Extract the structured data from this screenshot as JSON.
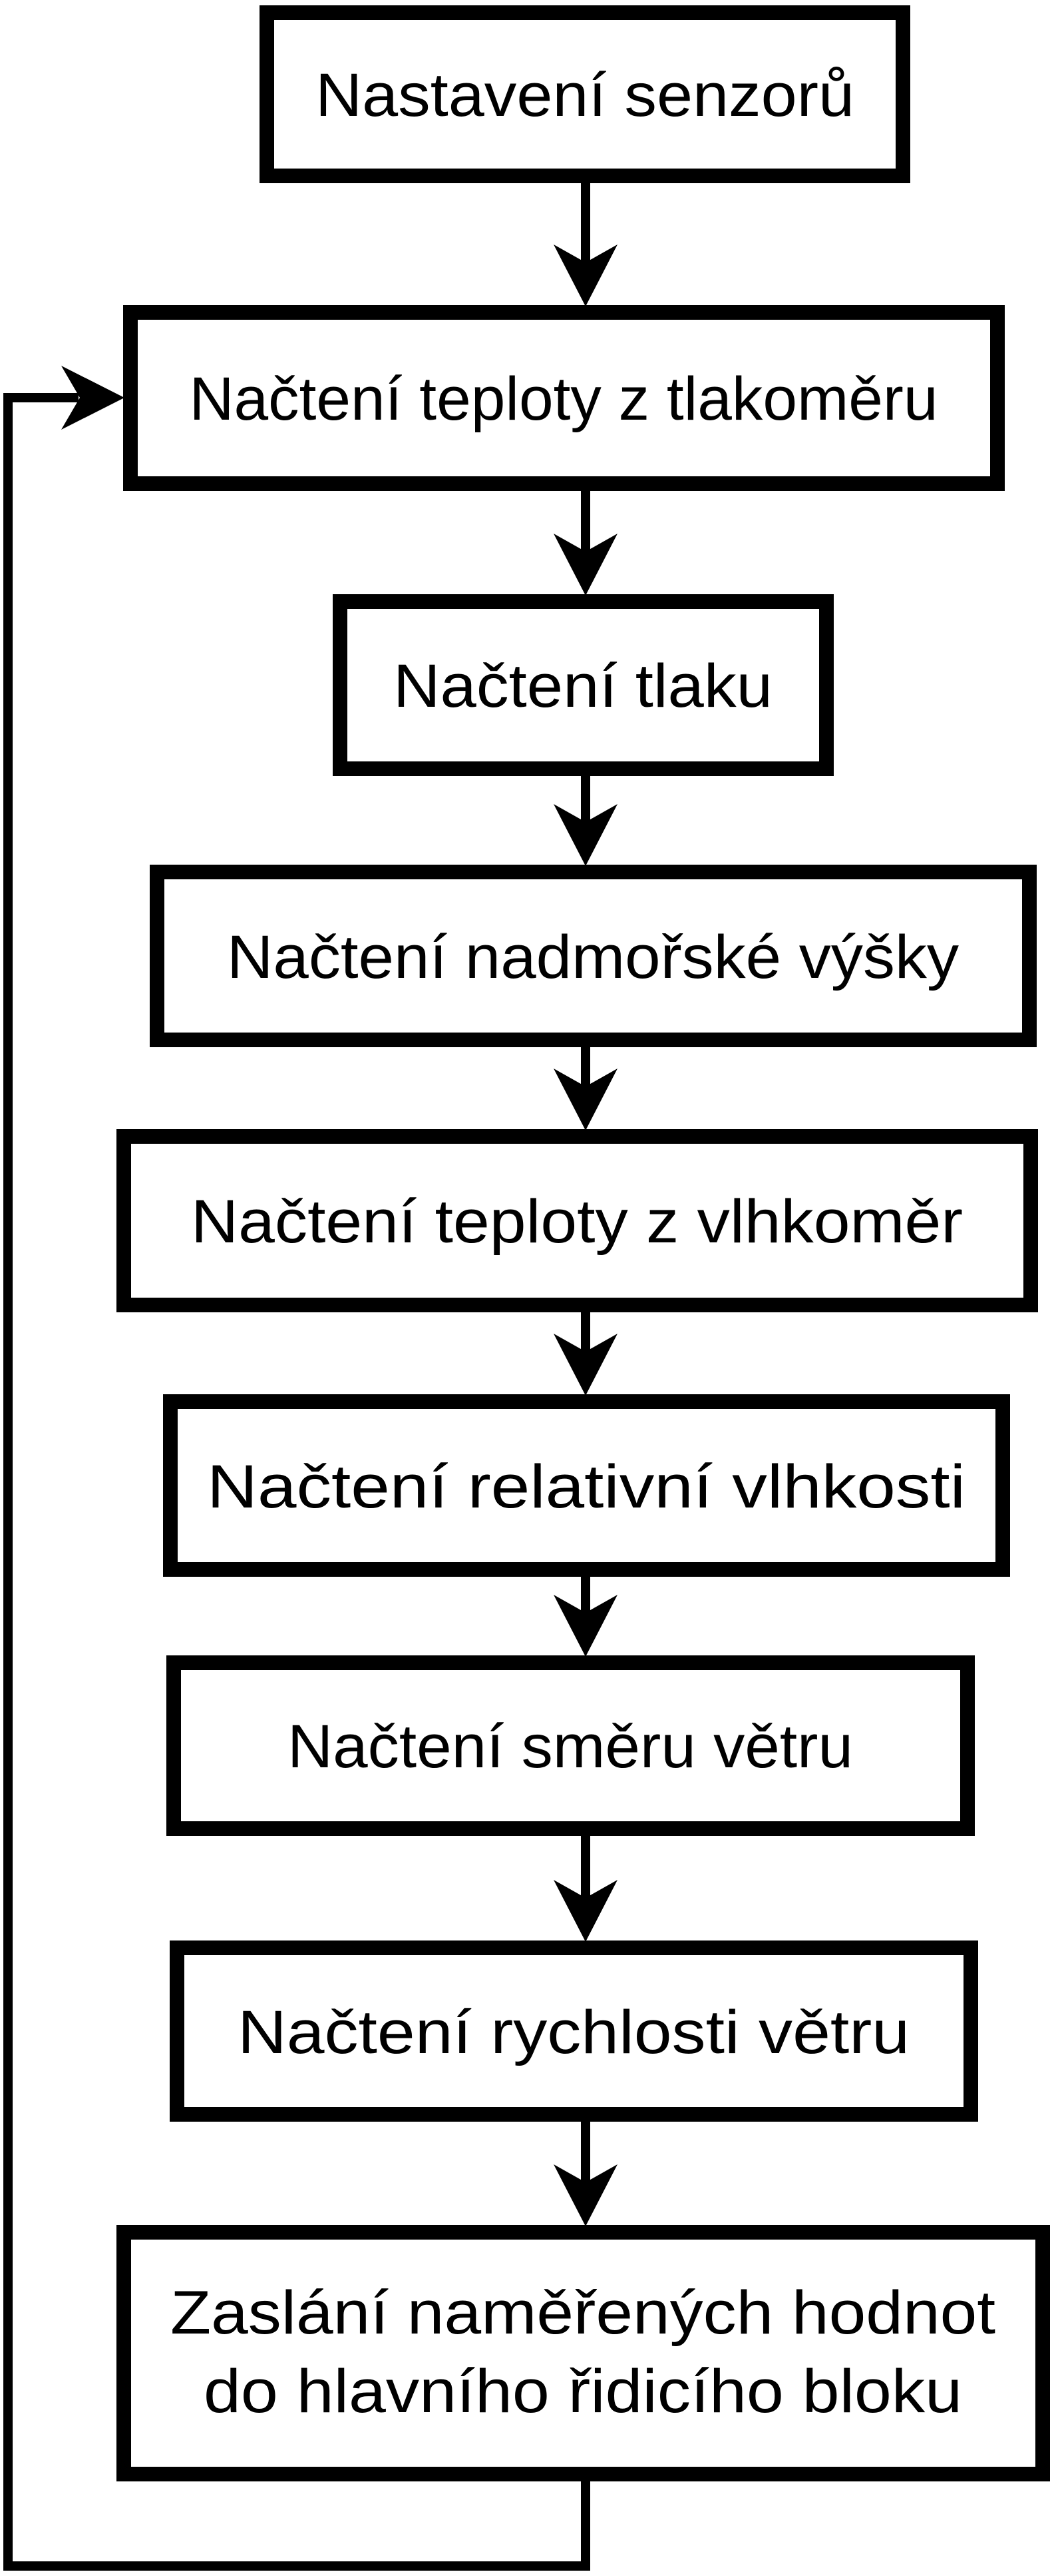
{
  "diagram": {
    "type": "flowchart",
    "language": "cs",
    "background_color": "#ffffff",
    "line_color": "#000000",
    "box_fill_color": "#ffffff",
    "nodes": [
      {
        "id": "nastaveni-senzoru",
        "label": "Nastavení senzorů"
      },
      {
        "id": "nacteni-teploty-z-tlakomeru",
        "label": "Načtení teploty z tlakoměru"
      },
      {
        "id": "nacteni-tlaku",
        "label": "Načtení tlaku"
      },
      {
        "id": "nacteni-nadmorske-vysky",
        "label": "Načtení nadmořské výšky"
      },
      {
        "id": "nacteni-teploty-z-vlhkomer",
        "label": "Načtení teploty z vlhkoměr"
      },
      {
        "id": "nacteni-relativni-vlhkosti",
        "label": "Načtení relativní vlhkosti"
      },
      {
        "id": "nacteni-smeru-vetru",
        "label": "Načtení směru větru"
      },
      {
        "id": "nacteni-rychlosti-vetru",
        "label": "Načtení rychlosti větru"
      },
      {
        "id": "zaslani-namerenych-hodnot",
        "label": "Zaslání naměřených hodnot do hlavního řidicího bloku",
        "line1": "Zaslání naměřených hodnot",
        "line2": "do hlavního řidicího bloku"
      }
    ],
    "edges": [
      {
        "from": "nastaveni-senzoru",
        "to": "nacteni-teploty-z-tlakomeru",
        "type": "arrow-down"
      },
      {
        "from": "nacteni-teploty-z-tlakomeru",
        "to": "nacteni-tlaku",
        "type": "arrow-down"
      },
      {
        "from": "nacteni-tlaku",
        "to": "nacteni-nadmorske-vysky",
        "type": "arrow-down"
      },
      {
        "from": "nacteni-nadmorske-vysky",
        "to": "nacteni-teploty-z-vlhkomer",
        "type": "arrow-down"
      },
      {
        "from": "nacteni-teploty-z-vlhkomer",
        "to": "nacteni-relativni-vlhkosti",
        "type": "arrow-down"
      },
      {
        "from": "nacteni-relativni-vlhkosti",
        "to": "nacteni-smeru-vetru",
        "type": "arrow-down"
      },
      {
        "from": "nacteni-smeru-vetru",
        "to": "nacteni-rychlosti-vetru",
        "type": "arrow-down"
      },
      {
        "from": "nacteni-rychlosti-vetru",
        "to": "zaslani-namerenych-hodnot",
        "type": "arrow-down"
      },
      {
        "from": "zaslani-namerenych-hodnot",
        "to": "nacteni-teploty-z-tlakomeru",
        "type": "loop-back-left"
      }
    ]
  }
}
